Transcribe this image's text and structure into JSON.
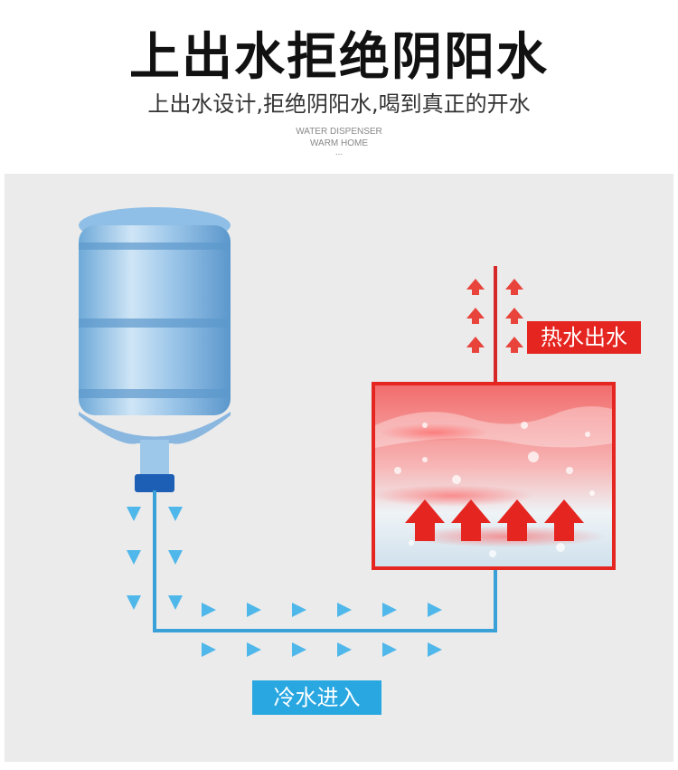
{
  "header": {
    "title": "上出水拒绝阴阳水",
    "subtitle": "上出水设计,拒绝阴阳水,喝到真正的开水",
    "en_line1": "WATER DISPENSER",
    "en_line2": "WARM HOME",
    "dots": "..."
  },
  "labels": {
    "hot_out": "热水出水",
    "cold_in": "冷水进入"
  },
  "colors": {
    "hot": "#e52520",
    "cold": "#29a7e1",
    "pipe_blue": "#3aa0d8",
    "panel_bg": "#ebebeb"
  }
}
